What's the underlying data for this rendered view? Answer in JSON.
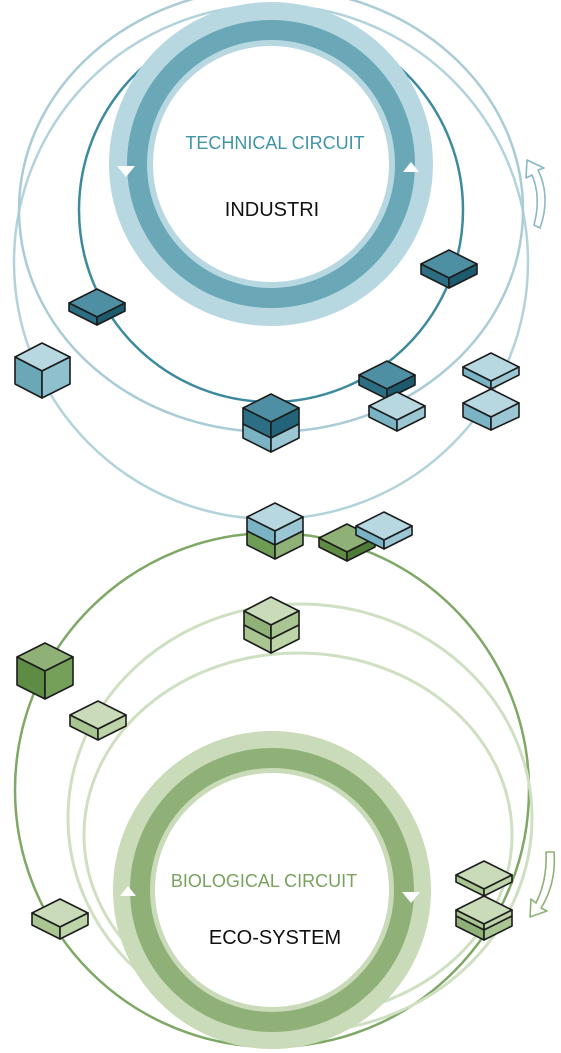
{
  "technical": {
    "title": "TECHNICAL CIRCUIT",
    "subtitle": "INDUSTRI",
    "color_dark": "#2f7f95",
    "color_mid": "#6aa8b8",
    "color_light": "#b8d8e1",
    "color_pale": "#d4e8ee"
  },
  "biological": {
    "title": "BIOLOGICAL CIRCUIT",
    "subtitle": "ECO-SYSTEM",
    "color_dark": "#5e8c45",
    "color_mid": "#8fb178",
    "color_light": "#c9dbb8",
    "color_pale": "#dce9d0"
  },
  "icons": {
    "cycle_arrow": "curved-arrow-icon",
    "direction_arrow": "triangle-arrow-icon",
    "block": "isometric-cube-icon"
  }
}
